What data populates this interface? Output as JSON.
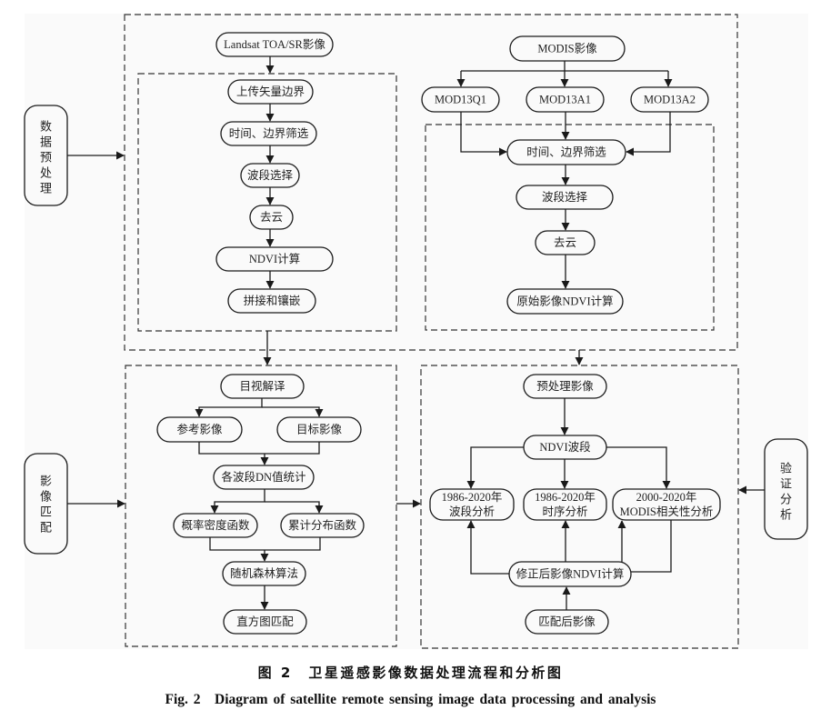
{
  "diagram": {
    "side_labels": {
      "preprocess": [
        "数",
        "据",
        "预",
        "处",
        "理"
      ],
      "matching": [
        "影",
        "像",
        "匹",
        "配"
      ],
      "validation": [
        "验",
        "证",
        "分",
        "析"
      ]
    },
    "preprocess": {
      "landsat": {
        "source": "Landsat TOA/SR影像",
        "steps": [
          "上传矢量边界",
          "时间、边界筛选",
          "波段选择",
          "去云",
          "NDVI计算",
          "拼接和镶嵌"
        ]
      },
      "modis": {
        "source": "MODIS影像",
        "products": [
          "MOD13Q1",
          "MOD13A1",
          "MOD13A2"
        ],
        "steps": [
          "时间、边界筛选",
          "波段选择",
          "去云",
          "原始影像NDVI计算"
        ]
      }
    },
    "matching": {
      "visual": "目视解译",
      "reference": "参考影像",
      "target": "目标影像",
      "dn_stats": "各波段DN值统计",
      "pdf": "概率密度函数",
      "cdf": "累计分布函数",
      "random_forest": "随机森林算法",
      "histogram_matching": "直方图匹配"
    },
    "analysis": {
      "preprocessed": "预处理影像",
      "ndvi_band": "NDVI波段",
      "band_analysis": [
        "1986-2020年",
        "波段分析"
      ],
      "time_series": [
        "1986-2020年",
        "时序分析"
      ],
      "modis_corr": [
        "2000-2020年",
        "MODIS相关性分析"
      ],
      "corrected_ndvi": "修正后影像NDVI计算",
      "matched_image": "匹配后影像"
    }
  },
  "caption": {
    "zh": "图 2　卫星遥感影像数据处理流程和分析图",
    "en": "Fig. 2　Diagram of satellite remote sensing image data processing and analysis"
  }
}
